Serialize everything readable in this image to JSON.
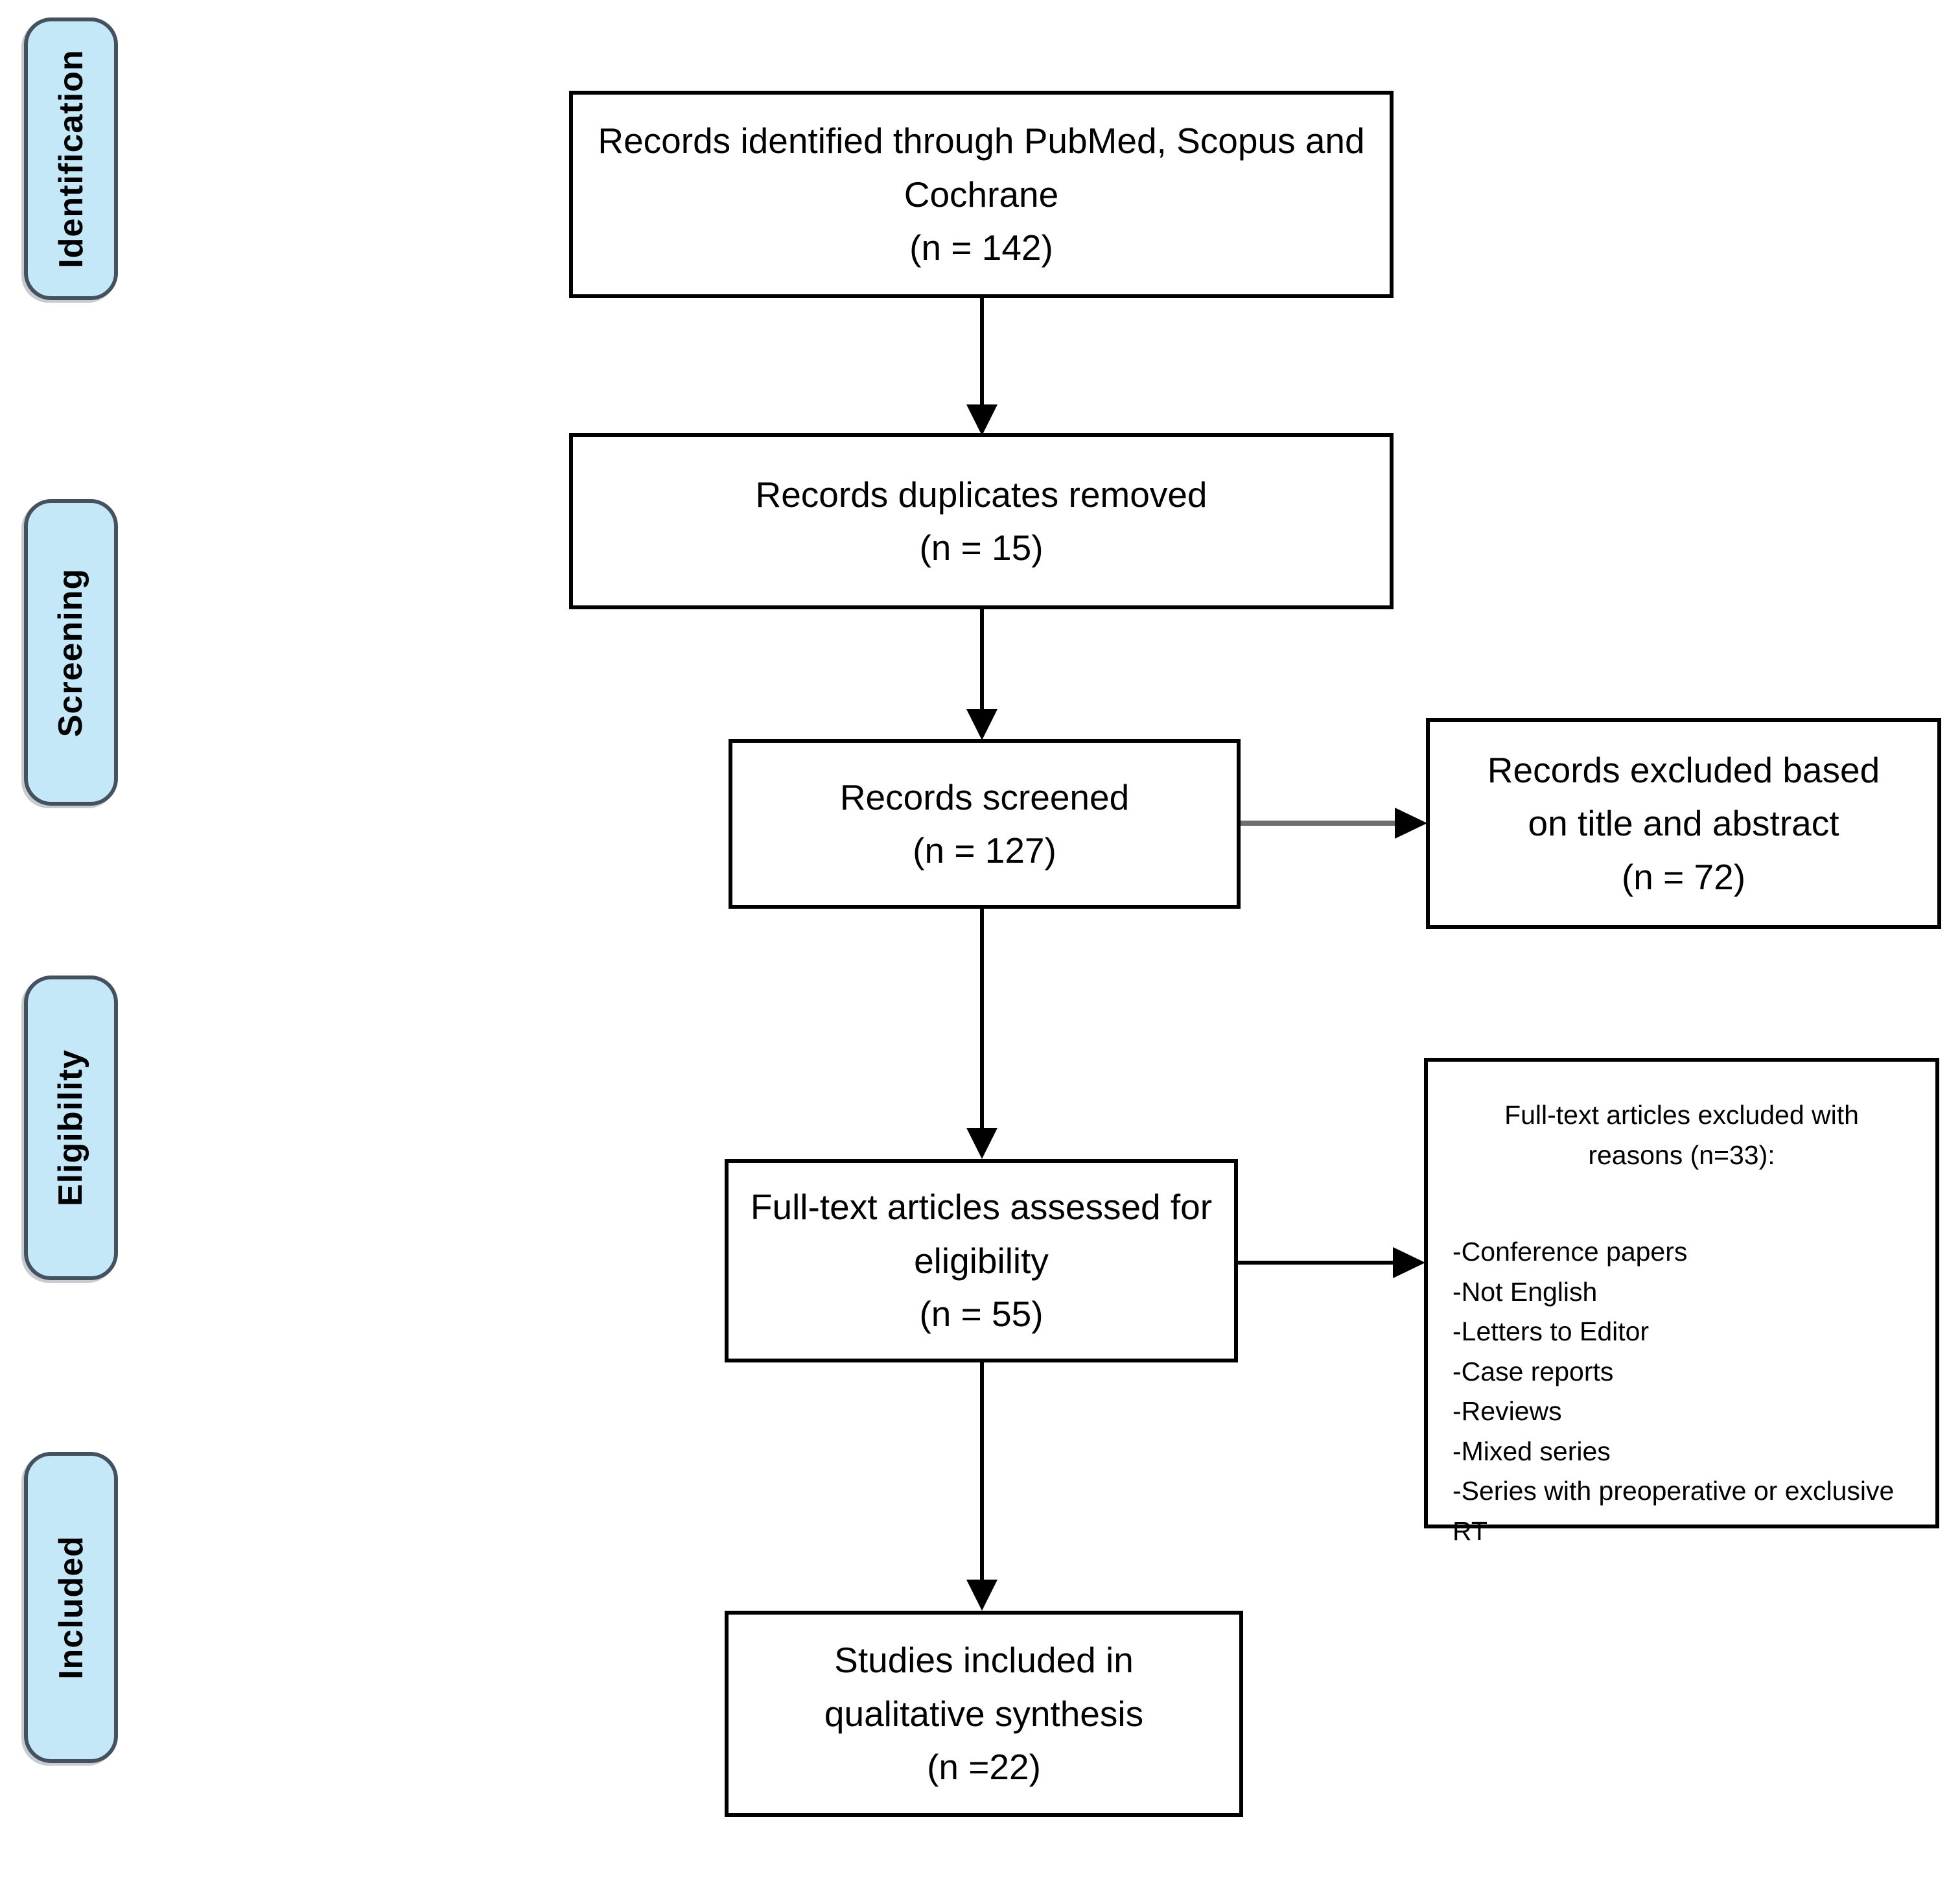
{
  "diagram": {
    "type": "PRISMA flow diagram",
    "stages": [
      {
        "id": "identification",
        "label": "Identification"
      },
      {
        "id": "screening",
        "label": "Screening"
      },
      {
        "id": "eligibility",
        "label": "Eligibility"
      },
      {
        "id": "included",
        "label": "Included"
      }
    ],
    "flow_boxes": {
      "identified": {
        "text": "Records identified through PubMed, Scopus and Cochrane",
        "count": "(n = 142)"
      },
      "duplicates_removed": {
        "text": "Records duplicates removed",
        "count": "(n = 15)"
      },
      "screened": {
        "text": "Records screened",
        "count": "(n = 127)"
      },
      "fulltext_assessed": {
        "text": "Full-text articles assessed for eligibility",
        "count": "(n = 55)"
      },
      "included_studies": {
        "text": "Studies included in qualitative synthesis",
        "count": "(n =22)"
      }
    },
    "exclusion_boxes": {
      "title_abstract": {
        "text": "Records excluded based on title and abstract",
        "count": "(n = 72)"
      },
      "fulltext": {
        "header": "Full-text articles excluded with reasons (n=33):",
        "reasons": [
          "-Conference papers",
          "-Not English",
          "-Letters to Editor",
          "-Case reports",
          "-Reviews",
          "-Mixed series",
          "-Series with preoperative or exclusive RT"
        ]
      }
    },
    "colors": {
      "stage_fill": "#c5e8f8",
      "stage_border": "#44525f",
      "box_border": "#000000",
      "arrow": "#000000",
      "arrow_gray": "#6e6e6e"
    }
  }
}
